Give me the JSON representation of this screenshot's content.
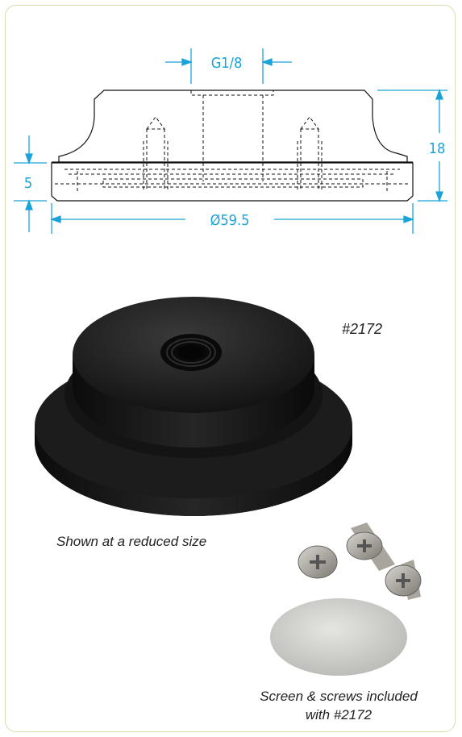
{
  "drawing": {
    "thread_label": "G1/8",
    "height_label": "18",
    "base_height_label": "5",
    "diameter_label": "Ø59.5"
  },
  "product": {
    "part_number": "#2172",
    "size_note": "Shown at a reduced size",
    "accessory_note_line1": "Screen & screws included",
    "accessory_note_line2": "with #2172"
  },
  "colors": {
    "dimension": "#1aa3d8",
    "line": "#111111",
    "border": "#d8dcae"
  }
}
